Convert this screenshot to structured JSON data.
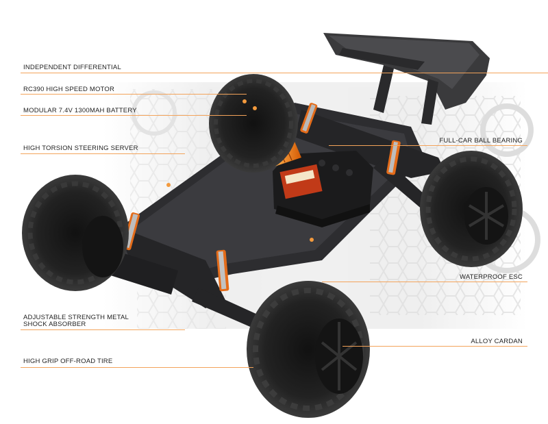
{
  "colors": {
    "accent": "#f39a3d",
    "chassis": "#2a2a2c",
    "tire": "#1c1c1d",
    "background": "#ffffff"
  },
  "labels": {
    "independent_differential": "INDEPENDENT DIFFERENTIAL",
    "motor": "RC390 HIGH SPEED MOTOR",
    "battery": "MODULAR 7.4V 1300MAH BATTERY",
    "steering": "HIGH TORSION STEERING SERVER",
    "shock_line1": "ADJUSTABLE STRENGTH METAL",
    "shock_line2": "SHOCK ABSORBER",
    "tire": "HIGH GRIP OFF-ROAD TIRE",
    "bearing": "FULL-CAR BALL BEARING",
    "esc": "WATERPROOF ESC",
    "cardan": "ALLOY CARDAN"
  }
}
